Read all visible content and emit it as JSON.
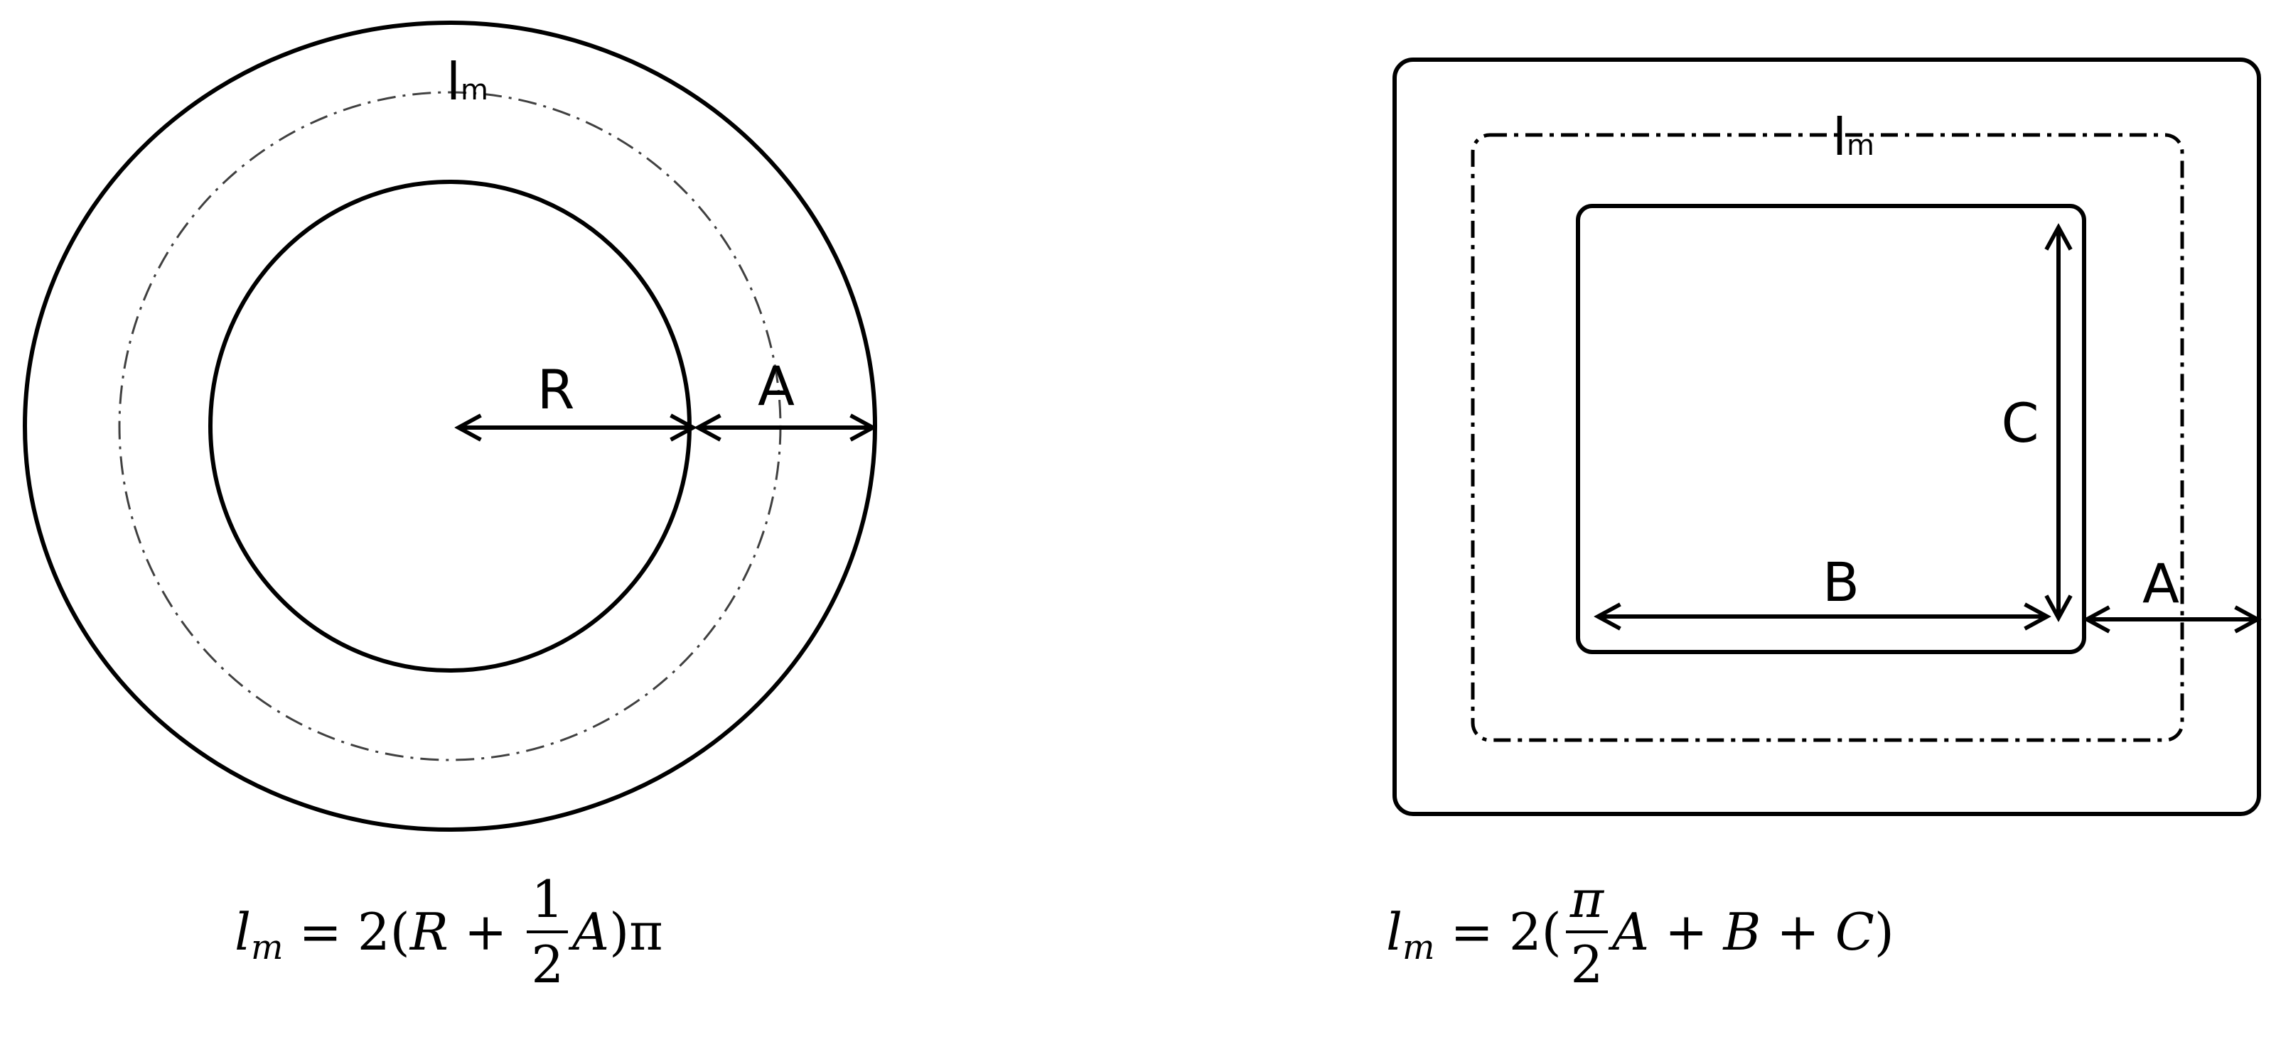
{
  "circle_diagram": {
    "label_R": "R",
    "label_A": "A",
    "mean_length_main": "l",
    "mean_length_sub": "m"
  },
  "rect_diagram": {
    "label_A": "A",
    "label_B": "B",
    "label_C": "C",
    "mean_length_main": "l",
    "mean_length_sub": "m"
  },
  "formula_left": {
    "lhs": "l",
    "lhs_sub": "m",
    "equals": "=",
    "coef": "2(",
    "R": "R",
    "plus": "+",
    "frac_num": "1",
    "frac_den": "2",
    "A": "A",
    "close": ")π"
  },
  "formula_right": {
    "lhs": "l",
    "lhs_sub": "m",
    "equals": "=",
    "coef": "2(",
    "frac_num": "π",
    "frac_den": "2",
    "A": "A",
    "plus1": "+",
    "B": "B",
    "plus2": "+",
    "C": "C",
    "close": ")"
  }
}
